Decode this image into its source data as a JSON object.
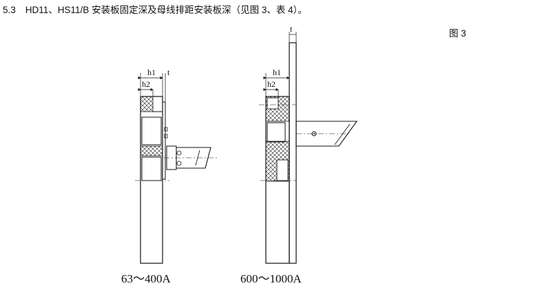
{
  "heading": {
    "number": "5.3",
    "text": "HD11、HS11/B 安装板固定深及母线排距安装板深（见图 3、表 4）。"
  },
  "figure_label": "图 3",
  "left_drawing": {
    "dims": {
      "h1": "h1",
      "h2": "h2",
      "t": "t"
    },
    "caption": "63～400A"
  },
  "right_drawing": {
    "dims": {
      "h1": "h1",
      "h2": "h2",
      "t": "t"
    },
    "caption": "600～1000A"
  }
}
